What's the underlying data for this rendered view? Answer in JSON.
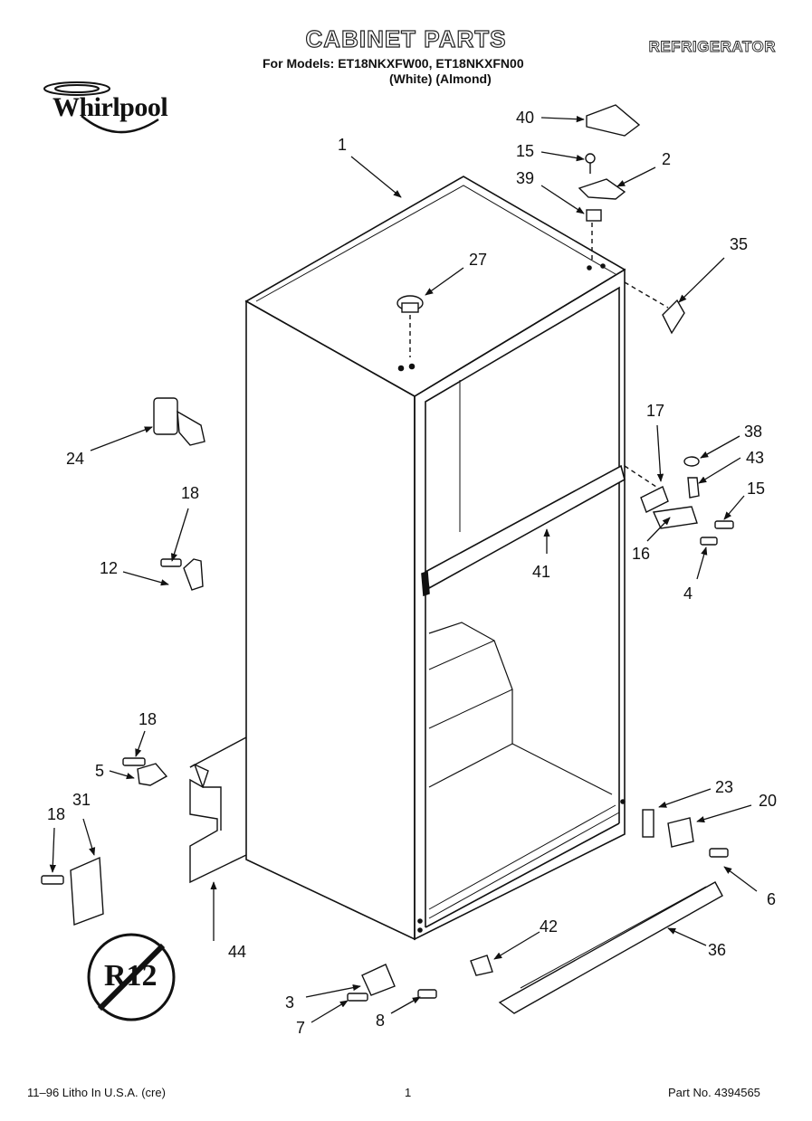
{
  "header": {
    "title": "CABINET PARTS",
    "models_line": "For Models: ET18NKXFW00, ET18NKXFN00",
    "colors_line": "(White)   (Almond)",
    "category": "REFRIGERATOR",
    "brand": "Whirlpool"
  },
  "badge": {
    "text": "R12"
  },
  "footer": {
    "litho": "11–96 Litho In U.S.A. (cre)",
    "page": "1",
    "part_no": "Part No. 4394565"
  },
  "callouts": [
    {
      "id": "c1",
      "label": "1"
    },
    {
      "id": "c2",
      "label": "2"
    },
    {
      "id": "c3",
      "label": "3"
    },
    {
      "id": "c4",
      "label": "4"
    },
    {
      "id": "c5",
      "label": "5"
    },
    {
      "id": "c6",
      "label": "6"
    },
    {
      "id": "c7",
      "label": "7"
    },
    {
      "id": "c8",
      "label": "8"
    },
    {
      "id": "c12",
      "label": "12"
    },
    {
      "id": "c15a",
      "label": "15"
    },
    {
      "id": "c15b",
      "label": "15"
    },
    {
      "id": "c16",
      "label": "16"
    },
    {
      "id": "c17",
      "label": "17"
    },
    {
      "id": "c18a",
      "label": "18"
    },
    {
      "id": "c18b",
      "label": "18"
    },
    {
      "id": "c18c",
      "label": "18"
    },
    {
      "id": "c20",
      "label": "20"
    },
    {
      "id": "c23",
      "label": "23"
    },
    {
      "id": "c24",
      "label": "24"
    },
    {
      "id": "c27",
      "label": "27"
    },
    {
      "id": "c31",
      "label": "31"
    },
    {
      "id": "c35",
      "label": "35"
    },
    {
      "id": "c36",
      "label": "36"
    },
    {
      "id": "c38",
      "label": "38"
    },
    {
      "id": "c39",
      "label": "39"
    },
    {
      "id": "c40",
      "label": "40"
    },
    {
      "id": "c41",
      "label": "41"
    },
    {
      "id": "c42",
      "label": "42"
    },
    {
      "id": "c43",
      "label": "43"
    },
    {
      "id": "c44",
      "label": "44"
    }
  ]
}
